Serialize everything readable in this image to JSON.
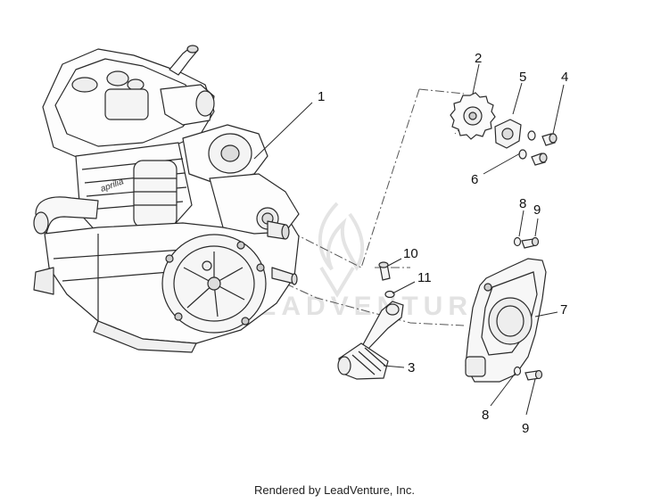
{
  "watermark": {
    "brand": "LEADVENTURE"
  },
  "callouts": {
    "c1": "1",
    "c2": "2",
    "c3": "3",
    "c4": "4",
    "c5": "5",
    "c6": "6",
    "c7": "7",
    "c8a": "8",
    "c8b": "8",
    "c9a": "9",
    "c9b": "9",
    "c10": "10",
    "c11": "11"
  },
  "footer": {
    "text": "Rendered by LeadVenture, Inc."
  },
  "colors": {
    "line": "#2a2a2a",
    "watermark": "#e2e2e2"
  }
}
